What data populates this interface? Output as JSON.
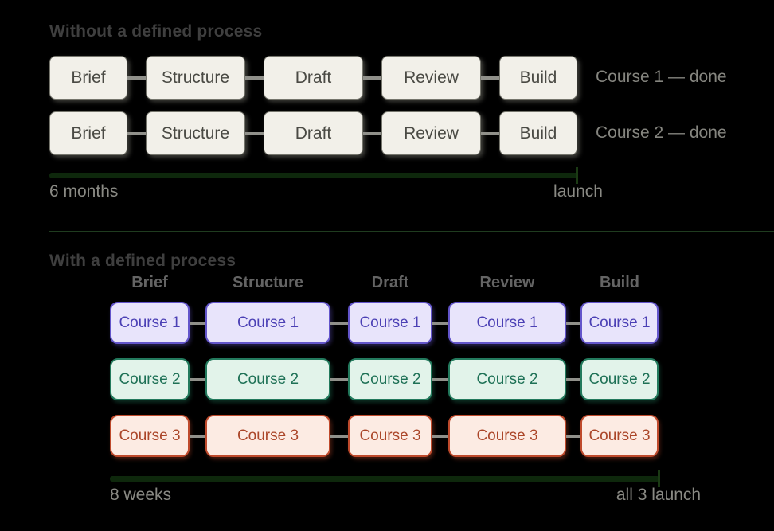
{
  "top": {
    "heading": "Without a defined process",
    "steps": [
      "Brief",
      "Structure",
      "Draft",
      "Review",
      "Build"
    ],
    "rows": [
      {
        "label": "Course 1 — done"
      },
      {
        "label": "Course 2 — done"
      }
    ],
    "timeline": {
      "start_label": "6 months",
      "end_label": "launch"
    }
  },
  "bottom": {
    "heading": "With a defined process",
    "columns": [
      "Brief",
      "Structure",
      "Draft",
      "Review",
      "Build"
    ],
    "rows": [
      {
        "name": "Course 1",
        "fill": "#e8e4fb",
        "border": "#6355cb",
        "text": "#4b40b5"
      },
      {
        "name": "Course 2",
        "fill": "#e2f3ea",
        "border": "#237a5d",
        "text": "#1e7156"
      },
      {
        "name": "Course 3",
        "fill": "#fcebe3",
        "border": "#bf4a2c",
        "text": "#ab4629"
      }
    ],
    "timeline": {
      "start_label": "8 weeks",
      "end_label": "all 3 launch"
    }
  },
  "colors": {
    "background": "#000000",
    "step_box_fill": "#f2f0e9",
    "step_box_border": "#75756c",
    "heading_text": "#3f3f3f",
    "muted_text": "#8a8a84",
    "timeline_bar": "#0e280c",
    "divider": "#1f3c1f"
  }
}
